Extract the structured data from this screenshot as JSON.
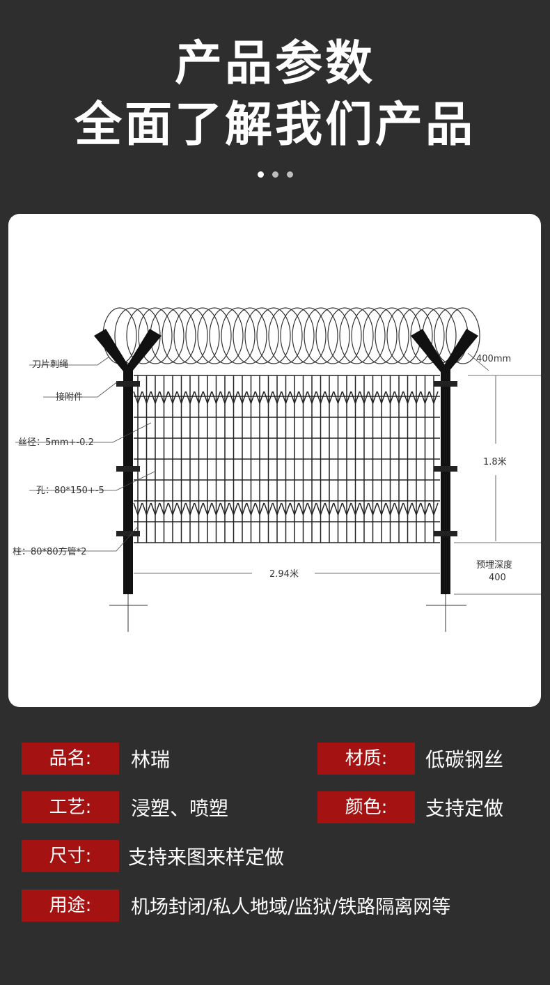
{
  "header": {
    "title_line1": "产品参数",
    "title_line2": "全面了解我们产品"
  },
  "carousel": {
    "dots": 3,
    "active_index": 0
  },
  "diagram": {
    "labels": {
      "razor_wire": "刀片刺绳",
      "connector": "接附件",
      "wire_diameter": "丝径：5mm+-0.2",
      "mesh_hole": "孔：80*150+-5",
      "post": "柱：80*80方管*2",
      "coil_diameter": "400mm",
      "height": "1.8米",
      "width": "2.94米",
      "embed_depth_label": "预埋深度",
      "embed_depth_value": "400"
    }
  },
  "specs": [
    {
      "label": "品名:",
      "value": "林瑞"
    },
    {
      "label": "材质:",
      "value": "低碳钢丝"
    },
    {
      "label": "工艺:",
      "value": "浸塑、喷塑"
    },
    {
      "label": "颜色:",
      "value": "支持定做"
    },
    {
      "label": "尺寸:",
      "value": "支持来图来样定做"
    },
    {
      "label": "用途:",
      "value": "机场封闭/私人地域/监狱/铁路隔离网等"
    }
  ],
  "colors": {
    "background": "#2e2e2e",
    "badge": "#a51212",
    "card": "#ffffff"
  }
}
